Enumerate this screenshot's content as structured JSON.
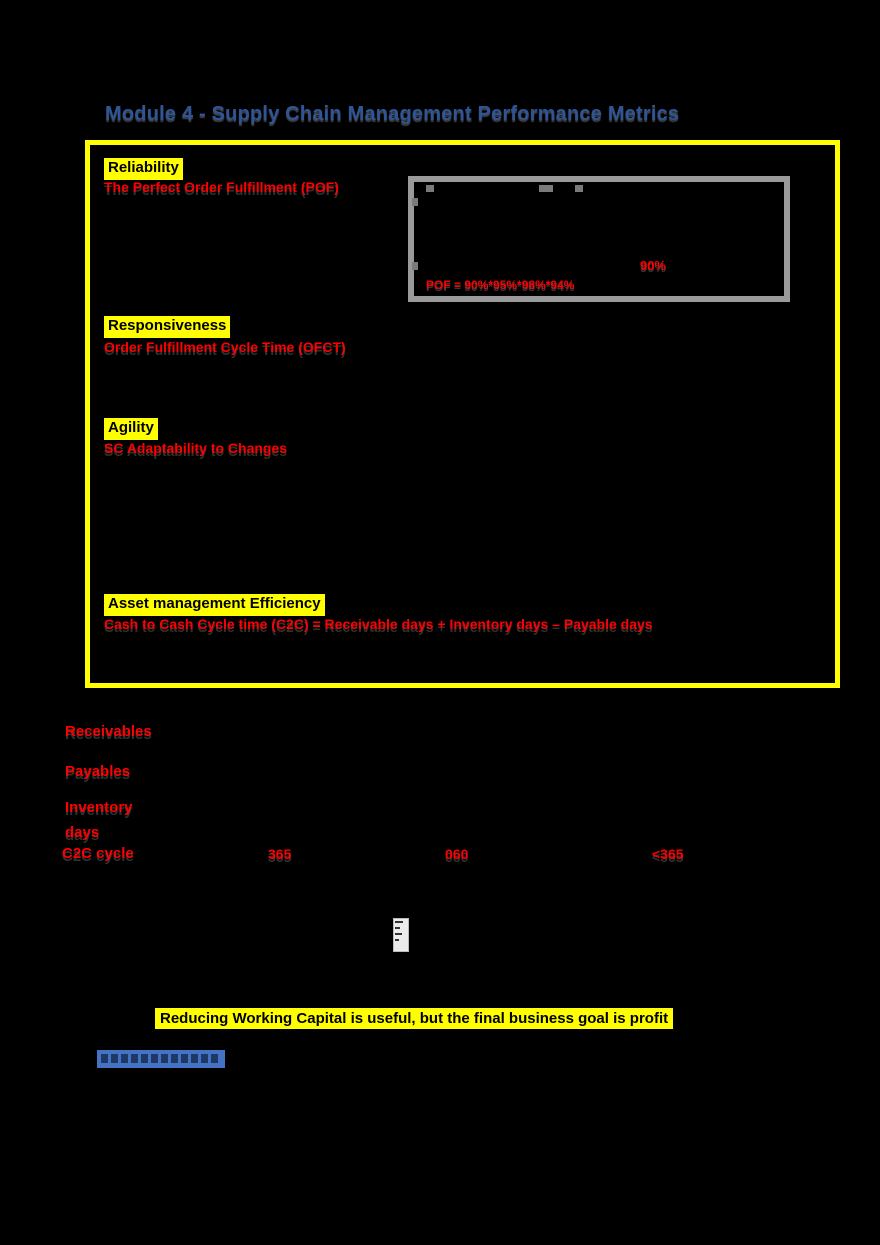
{
  "colors": {
    "title_blue": "#2F5597",
    "highlight_yellow": "#FFFF00",
    "metric_red": "#FF0000",
    "chart_border_gray": "#9A9A9A",
    "link_blue": "#4472C4"
  },
  "title": "Module 4 - Supply Chain Management Performance Metrics",
  "metrics_box": {
    "sections": {
      "reliability": {
        "heading": "Reliability",
        "metric": "The Perfect Order Fulfillment (POF)"
      },
      "responsiveness": {
        "heading": "Responsiveness",
        "metric": "Order Fulfillment Cycle Time (OFCT)"
      },
      "agility": {
        "heading": "Agility",
        "metric": "SC Adaptability to Changes"
      },
      "asset_management": {
        "heading": "Asset management Efficiency",
        "metric": "Cash to Cash Cycle time (C2C) = Receivable days + Inventory days – Payable days"
      }
    },
    "chart": {
      "formula": "POF = 90%*95%*98%*94%",
      "callout_value": "90%"
    }
  },
  "c2c_table": {
    "row_labels": [
      "Receivables",
      "Payables",
      "Inventory days",
      "C2C cycle"
    ],
    "c2c_values": [
      "365",
      "060",
      "<365"
    ]
  },
  "note": "Reducing Working Capital is useful, but the final business goal is profit",
  "link_bar": {
    "label": ""
  }
}
